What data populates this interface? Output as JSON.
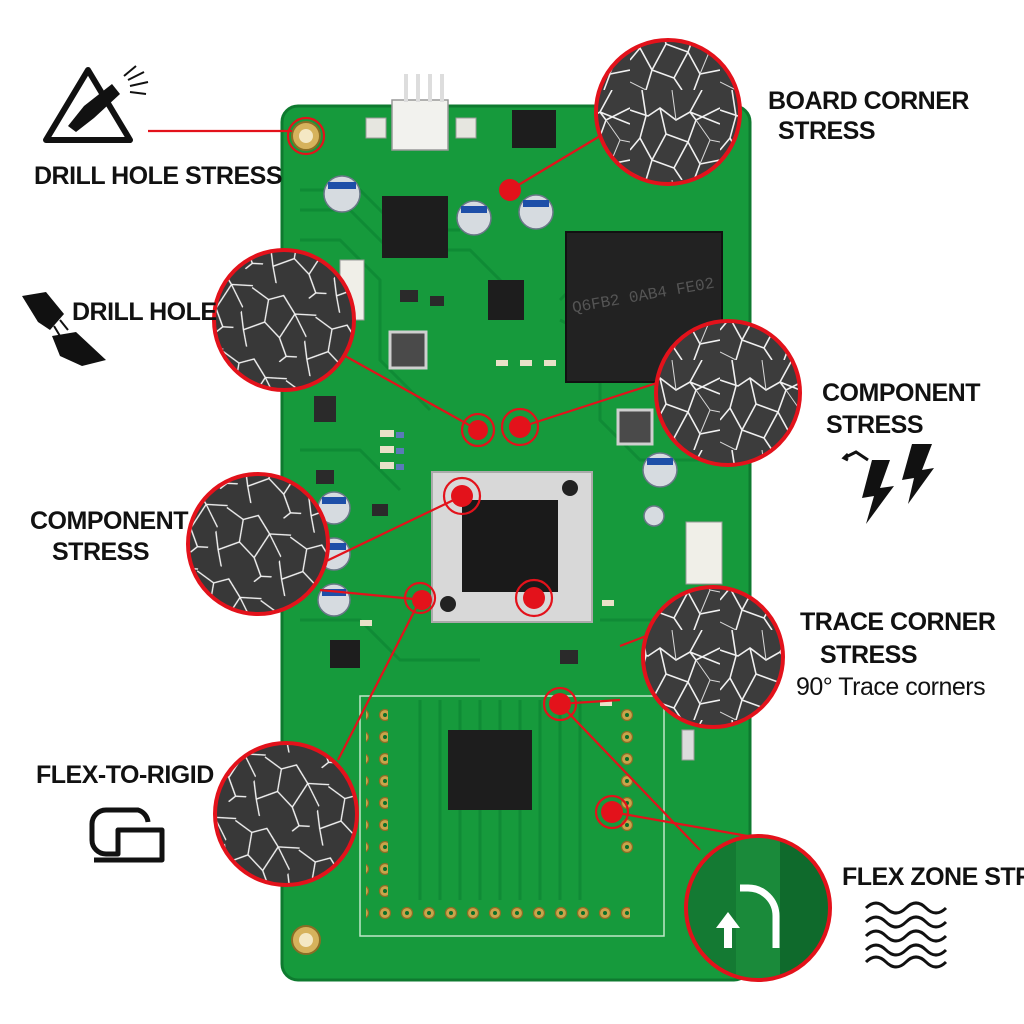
{
  "labels": {
    "drill_hole_stress": "DRILL HOLE STRESS",
    "drill_hole": "DRILL HOLE",
    "board_corner_stress_1": "BOARD CORNER",
    "board_corner_stress_2": "STRESS",
    "component_stress_right_1": "COMPONENT",
    "component_stress_right_2": "STRESS",
    "component_stress_left_1": "COMPONENT",
    "component_stress_left_2": "STRESS",
    "trace_corner_stress_1": "TRACE CORNER",
    "trace_corner_stress_2": "STRESS",
    "trace_corner_note": "90° Trace corners",
    "flex_to_rigid": "FLEX-TO-RIGID",
    "flex_zone_stress": "FLEX ZONE STRE"
  },
  "chip_markings": "Q6FB2 0AB4 FE02",
  "colors": {
    "pcb_green": "#169a3c",
    "pcb_dark": "#0b6e2a",
    "marker_red": "#e3121b",
    "crack_bg": "#3a3a3a",
    "crack_line": "#f2f2f2"
  },
  "icons": [
    "spray-warning-icon",
    "broken-drill-icon",
    "lightning-icon",
    "flex-rigid-icon",
    "waves-icon"
  ]
}
